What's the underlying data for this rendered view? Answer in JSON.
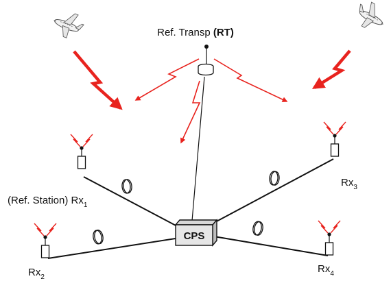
{
  "ref_transponder": {
    "label_prefix": "Ref. Transp ",
    "label_bold": "(RT)"
  },
  "cps": {
    "label": "CPS"
  },
  "receivers": {
    "rx1": {
      "prefix": "(Ref. Station) Rx",
      "sub": "1"
    },
    "rx2": {
      "prefix": "Rx",
      "sub": "2"
    },
    "rx3": {
      "prefix": "Rx",
      "sub": "3"
    },
    "rx4": {
      "prefix": "Rx",
      "sub": "4"
    }
  },
  "colors": {
    "signal": "#e8231e",
    "line": "#111111",
    "box": "#e0e0e0"
  },
  "icons": [
    "airplane-icon",
    "antenna-icon",
    "cable-coil-icon",
    "signal-bolt-icon"
  ]
}
